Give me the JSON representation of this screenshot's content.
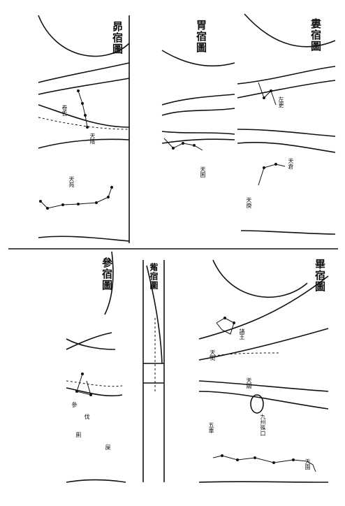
{
  "panels": [
    {
      "id": "mao",
      "title": "昴宿圖",
      "labels": [
        "天苑",
        "卷舌",
        "天陰"
      ]
    },
    {
      "id": "wei",
      "title": "胃宿圖",
      "labels": [
        "天囷"
      ]
    },
    {
      "id": "lou",
      "title": "婁宿圖",
      "labels": [
        "左更",
        "天倉",
        "天庾"
      ]
    },
    {
      "id": "shen",
      "title": "參宿圖",
      "labels": [
        "參",
        "伐",
        "厠",
        "屎"
      ]
    },
    {
      "id": "zui",
      "title": "觜宿圖",
      "labels": []
    },
    {
      "id": "bi",
      "title": "畢宿圖",
      "labels": [
        "天街",
        "天關",
        "諸王",
        "五車",
        "九州殊口",
        "天園"
      ]
    }
  ]
}
